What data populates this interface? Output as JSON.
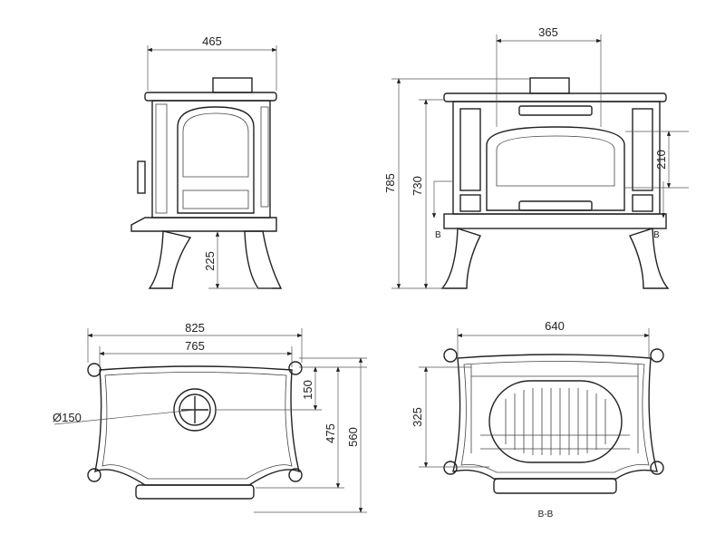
{
  "side_view": {
    "width": "465",
    "leg_height": "225"
  },
  "front_view": {
    "flue_spacing": "365",
    "total_height": "785",
    "flue_height": "730",
    "door_height": "210",
    "section_mark_left": "B",
    "section_mark_right": "B"
  },
  "top_view": {
    "overall_width": "825",
    "body_width": "765",
    "flue_offset": "150",
    "body_depth": "475",
    "overall_depth": "560",
    "flue_diameter": "Ø150"
  },
  "section_view": {
    "width": "640",
    "depth": "325",
    "label": "B-B"
  },
  "colors": {
    "line": "#222222",
    "background": "#ffffff"
  }
}
